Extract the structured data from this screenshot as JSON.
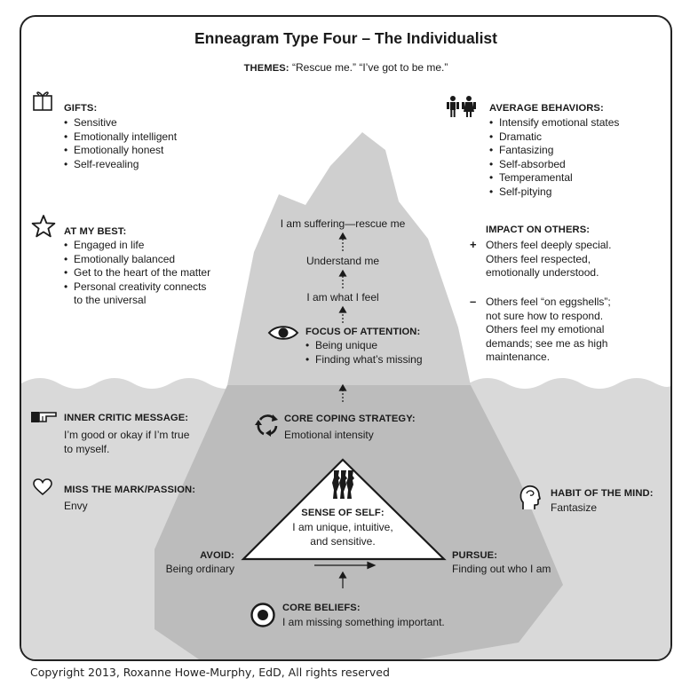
{
  "title": "Enneagram Type Four – The Individualist",
  "themes": {
    "label": "THEMES:",
    "text": "“Rescue me.” “I’ve got to be me.”"
  },
  "gifts": {
    "heading": "GIFTS:",
    "items": [
      "Sensitive",
      "Emotionally intelligent",
      "Emotionally honest",
      "Self-revealing"
    ]
  },
  "at_my_best": {
    "heading": "AT MY BEST:",
    "items": [
      "Engaged in life",
      "Emotionally balanced",
      "Get to the heart of the matter",
      "Personal creativity connects",
      "to the universal"
    ]
  },
  "average_behaviors": {
    "heading": "AVERAGE BEHAVIORS:",
    "items": [
      "Intensify emotional states",
      "Dramatic",
      "Fantasizing",
      "Self-absorbed",
      "Temperamental",
      "Self-pitying"
    ]
  },
  "impact_on_others": {
    "heading": "IMPACT ON OTHERS:",
    "plus_sign": "+",
    "plus_lines": [
      "Others feel deeply special.",
      "Others feel respected,",
      "emotionally understood."
    ],
    "minus_sign": "–",
    "minus_lines": [
      "Others feel “on eggshells”;",
      "not sure how to respond.",
      "Others feel my emotional",
      "demands; see me as high",
      "maintenance."
    ]
  },
  "iceberg": {
    "line1": "I am suffering—rescue me",
    "line2": "Understand me",
    "line3": "I am what I feel"
  },
  "focus": {
    "heading": "FOCUS OF ATTENTION:",
    "items": [
      "Being unique",
      "Finding what’s missing"
    ]
  },
  "inner_critic": {
    "heading": "INNER CRITIC MESSAGE:",
    "lines": [
      "I’m good or okay if I’m true",
      "to myself."
    ]
  },
  "core_coping": {
    "heading": "CORE COPING STRATEGY:",
    "text": "Emotional intensity"
  },
  "miss_the_mark": {
    "heading": "MISS THE MARK/PASSION:",
    "text": "Envy"
  },
  "habit_of_mind": {
    "heading": "HABIT OF THE MIND:",
    "text": "Fantasize"
  },
  "sense_of_self": {
    "heading": "SENSE OF SELF:",
    "lines": [
      "I am unique, intuitive,",
      "and sensitive."
    ]
  },
  "avoid": {
    "heading": "AVOID:",
    "text": "Being ordinary"
  },
  "pursue": {
    "heading": "PURSUE:",
    "text": "Finding out who I am"
  },
  "core_beliefs": {
    "heading": "CORE BELIEFS:",
    "text": "I am missing something important."
  },
  "copyright": "Copyright 2013, Roxanne Howe-Murphy, EdD, All rights reserved",
  "colors": {
    "water": "#d9d9d9",
    "iceberg_above": "#d0d0d0",
    "iceberg_below": "#bdbdbd",
    "triangle": "#ffffff",
    "ink": "#1a1a1a"
  }
}
